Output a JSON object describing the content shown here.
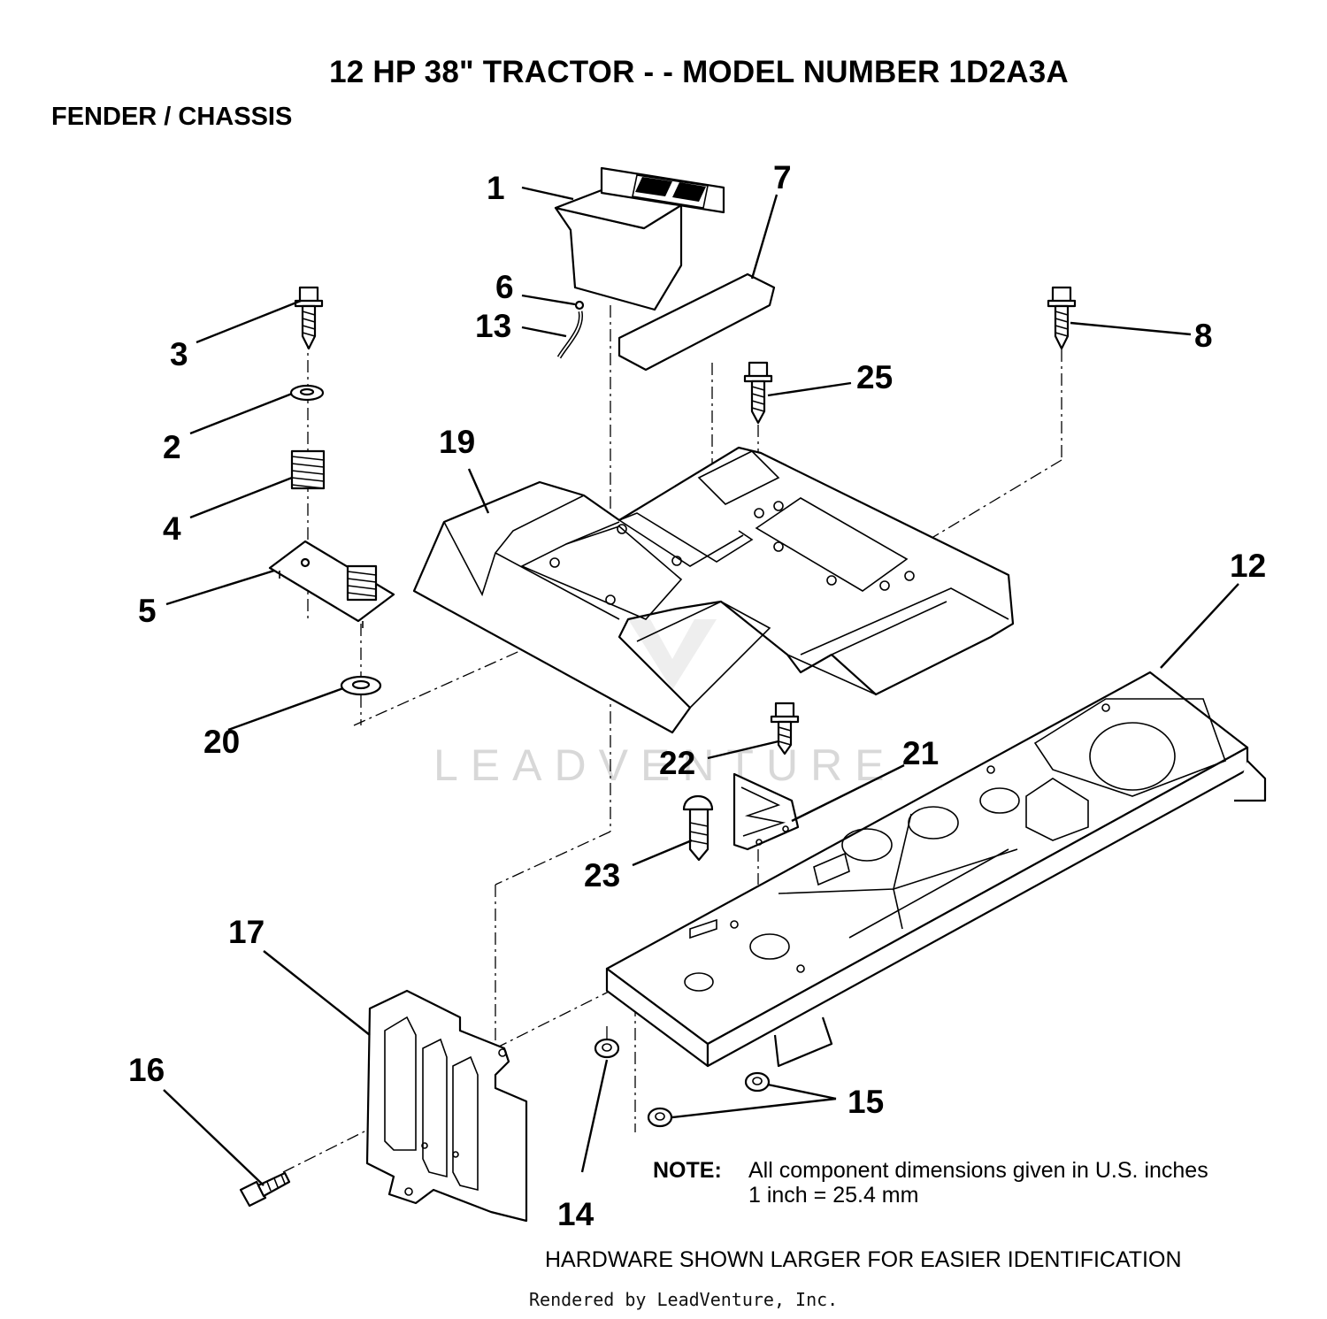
{
  "title": "12 HP 38\" TRACTOR - - MODEL NUMBER 1D2A3A",
  "section": "FENDER / CHASSIS",
  "watermark": "LEADVENTURE",
  "callouts": {
    "c1": "1",
    "c2": "2",
    "c3": "3",
    "c4": "4",
    "c5": "5",
    "c6": "6",
    "c7": "7",
    "c8": "8",
    "c12": "12",
    "c13": "13",
    "c14": "14",
    "c15": "15",
    "c16": "16",
    "c17": "17",
    "c19": "19",
    "c20": "20",
    "c21": "21",
    "c22": "22",
    "c23": "23",
    "c25": "25"
  },
  "note": {
    "label": "NOTE:",
    "line1": "All component dimensions given in U.S. inches",
    "line2": "1 inch = 25.4 mm"
  },
  "hardware_note": "HARDWARE SHOWN LARGER FOR EASIER IDENTIFICATION",
  "credit": "Rendered by LeadVenture, Inc."
}
